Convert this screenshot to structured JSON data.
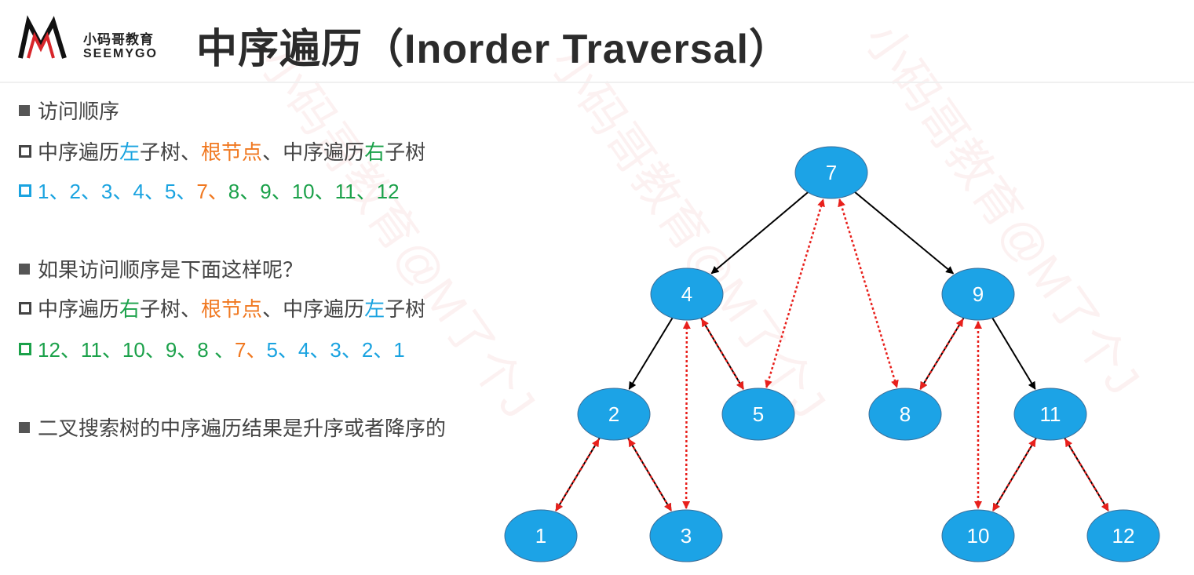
{
  "header": {
    "title": "中序遍历（Inorder Traversal）",
    "logo_cn": "小码哥教育",
    "logo_en": "SEEMYGO"
  },
  "watermark_text": "小码哥教育@M了个J",
  "content": {
    "section1_heading": "访问顺序",
    "order1": {
      "a": "中序遍历",
      "b": "左",
      "c": "子树、",
      "d": "根节点",
      "e": "、中序遍历",
      "f": "右",
      "g": "子树"
    },
    "seq1": {
      "blue": "1、2、3、4、5、",
      "orange": "7、",
      "green": "8、9、10、11、12"
    },
    "section2_heading": "如果访问顺序是下面这样呢？",
    "order2": {
      "a": "中序遍历",
      "b": "右",
      "c": "子树、",
      "d": "根节点",
      "e": "、中序遍历",
      "f": "左",
      "g": "子树"
    },
    "seq2": {
      "green": "12、11、10、9、8 、",
      "orange": "7、",
      "blue": "5、4、3、2、1"
    },
    "section3_heading": "二叉搜索树的中序遍历结果是升序或者降序的"
  },
  "tree": {
    "node_color": "#1ca3e6",
    "edge_color": "#000000",
    "path_color": "#e8201c",
    "nodes": [
      {
        "id": "7",
        "label": "7"
      },
      {
        "id": "4",
        "label": "4"
      },
      {
        "id": "9",
        "label": "9"
      },
      {
        "id": "2",
        "label": "2"
      },
      {
        "id": "5",
        "label": "5"
      },
      {
        "id": "8",
        "label": "8"
      },
      {
        "id": "11",
        "label": "11"
      },
      {
        "id": "1",
        "label": "1"
      },
      {
        "id": "3",
        "label": "3"
      },
      {
        "id": "10",
        "label": "10"
      },
      {
        "id": "12",
        "label": "12"
      }
    ],
    "edges": [
      [
        "7",
        "4"
      ],
      [
        "7",
        "9"
      ],
      [
        "4",
        "2"
      ],
      [
        "4",
        "5"
      ],
      [
        "9",
        "8"
      ],
      [
        "9",
        "11"
      ],
      [
        "2",
        "1"
      ],
      [
        "2",
        "3"
      ],
      [
        "11",
        "10"
      ],
      [
        "11",
        "12"
      ]
    ],
    "traversal_path": [
      "1",
      "2",
      "3",
      "4",
      "5",
      "7",
      "8",
      "9",
      "10",
      "11",
      "12"
    ]
  }
}
